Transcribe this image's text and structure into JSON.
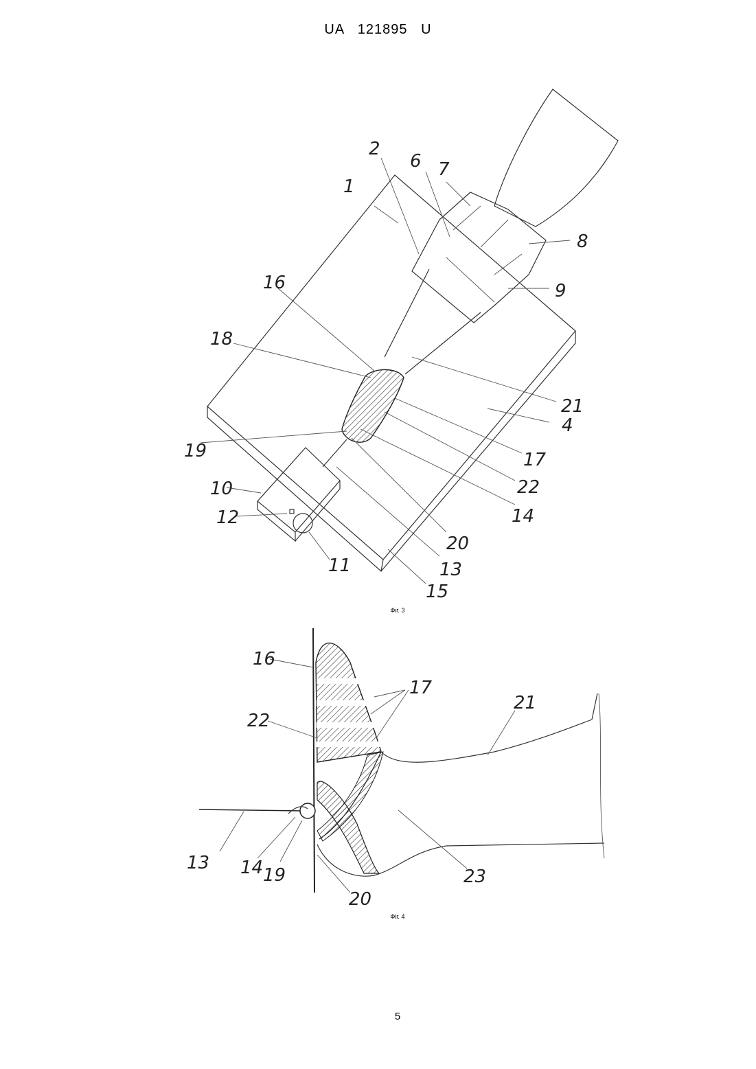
{
  "header": {
    "text": "UA   121895   U"
  },
  "figures": [
    {
      "caption": "Фіг. 3",
      "labels": [
        "1",
        "2",
        "6",
        "7",
        "8",
        "9",
        "16",
        "18",
        "21",
        "4",
        "17",
        "22",
        "14",
        "19",
        "10",
        "12",
        "11",
        "20",
        "13",
        "15"
      ]
    },
    {
      "caption": "Фіг. 4",
      "labels": [
        "16",
        "17",
        "21",
        "22",
        "13",
        "14",
        "19",
        "20",
        "23"
      ]
    }
  ],
  "page_number": "5"
}
